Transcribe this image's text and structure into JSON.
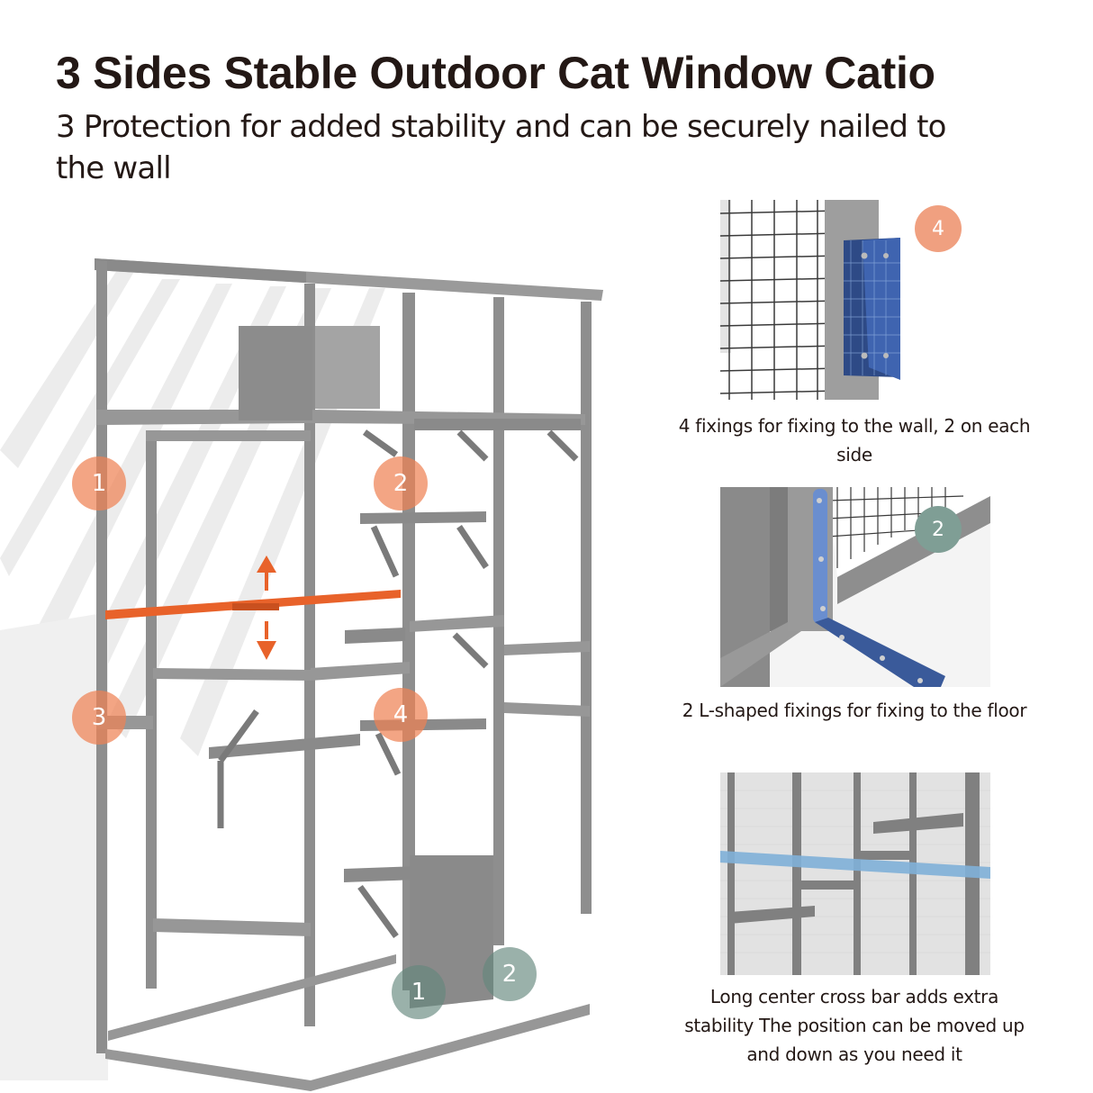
{
  "header": {
    "title": "3 Sides Stable Outdoor Cat Window Catio",
    "subtitle": "3 Protection for added stability and can be securely nailed to the wall"
  },
  "colors": {
    "accent_orange": "#E8622A",
    "badge_orange": "#F0A080",
    "badge_teal": "#7F9E95",
    "frame_gray": "#8A8A8A",
    "fixing_blue": "#3A5A9A"
  },
  "main_illustration": {
    "description": "Gray wooden outdoor cat catio with shelves, adjustable orange cross bar with up/down arrows",
    "orange_badges": [
      {
        "label": "1"
      },
      {
        "label": "2"
      },
      {
        "label": "3"
      },
      {
        "label": "4"
      }
    ],
    "teal_badges": [
      {
        "label": "1"
      },
      {
        "label": "2"
      }
    ],
    "arrows": [
      "arrow-up-icon",
      "arrow-down-icon"
    ]
  },
  "detail_panels": [
    {
      "badge": "4",
      "badge_color": "orange",
      "caption": "4 fixings for fixing to the wall, 2 on each side"
    },
    {
      "badge": "2",
      "badge_color": "teal",
      "caption": "2 L-shaped fixings for fixing to the floor"
    },
    {
      "badge": "",
      "caption": "Long center cross bar adds extra stability The position can be moved up and down as you need it"
    }
  ]
}
